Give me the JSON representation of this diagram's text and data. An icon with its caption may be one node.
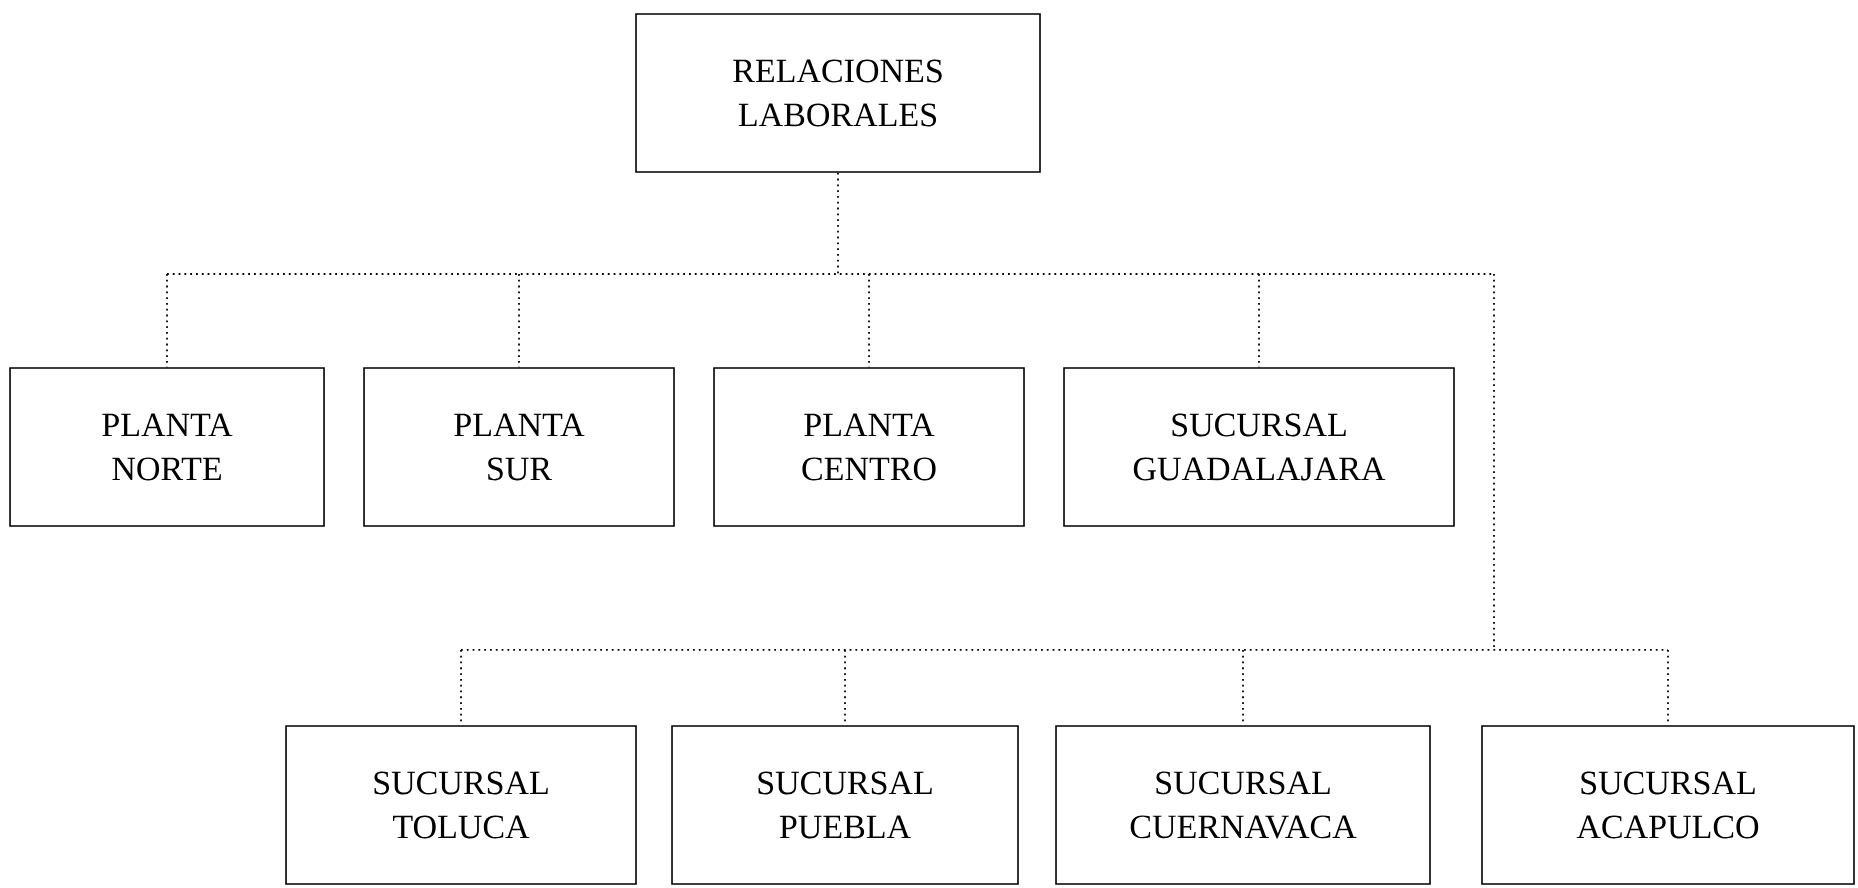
{
  "diagram": {
    "nodes": [
      {
        "text": [
          "RELACIONES LABORALES"
        ]
      },
      {
        "text": [
          "PLANTA NORTE"
        ]
      },
      {
        "text": [
          "PLANTA SUR"
        ]
      },
      {
        "text": [
          "PLANTA CENTRO"
        ]
      },
      {
        "text": [
          "SUCURSAL GUADALAJARA"
        ]
      },
      {
        "text": [
          "SUCURSAL TOLUCA"
        ]
      },
      {
        "text": [
          "SUCURSAL PUEBLA"
        ]
      },
      {
        "text": [
          "SUCURSAL CUERNAVACA"
        ]
      },
      {
        "text": [
          "SUCURSAL ACAPULCO"
        ]
      }
    ],
    "edges": [
      {
        "from": 0,
        "to": 1,
        "arrow": "none"
      },
      {
        "from": 0,
        "to": 2,
        "arrow": "none"
      },
      {
        "from": 0,
        "to": 3,
        "arrow": "none"
      },
      {
        "from": 0,
        "to": 4,
        "arrow": "none"
      },
      {
        "from": 0,
        "to": 5,
        "arrow": "none"
      },
      {
        "from": 0,
        "to": 6,
        "arrow": "none"
      },
      {
        "from": 0,
        "to": 7,
        "arrow": "none"
      },
      {
        "from": 0,
        "to": 8,
        "arrow": "none"
      }
    ]
  }
}
